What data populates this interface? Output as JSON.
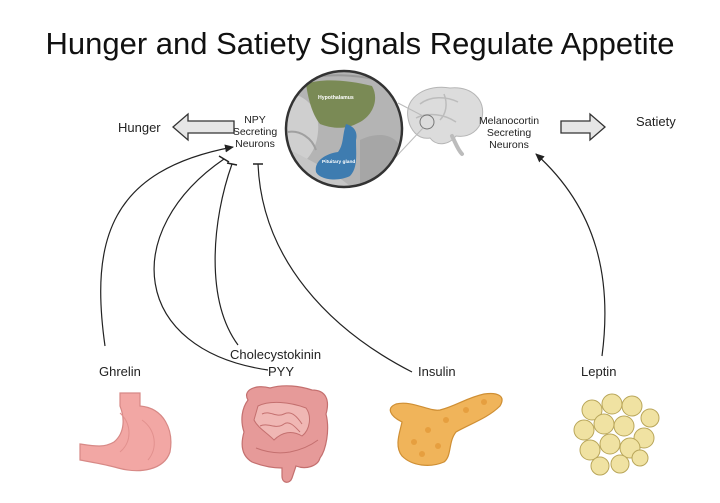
{
  "title": "Hunger and Satiety Signals Regulate Appetite",
  "brain": {
    "hypothalamus_label": "Hypothalamus",
    "pituitary_label": "Pituitary gland"
  },
  "outputs": {
    "hunger": "Hunger",
    "satiety": "Satiety"
  },
  "neurons": {
    "npy": [
      "NPY",
      "Secreting",
      "Neurons"
    ],
    "melanocortin": [
      "Melanocortin",
      "Secreting",
      "Neurons"
    ]
  },
  "signals": {
    "ghrelin": "Ghrelin",
    "cholecystokinin": "Cholecystokinin",
    "pyy": "PYY",
    "insulin": "Insulin",
    "leptin": "Leptin"
  },
  "organs": [
    "stomach-icon",
    "intestine-icon",
    "pancreas-icon",
    "adipose-icon"
  ],
  "colors": {
    "hypothalamus": "#7a8a55",
    "pituitary": "#3e7cb0",
    "stomach": "#f2a7a4",
    "intestine": "#e69a99",
    "pancreas": "#f0b45a",
    "fat": "#f0e2a2"
  }
}
